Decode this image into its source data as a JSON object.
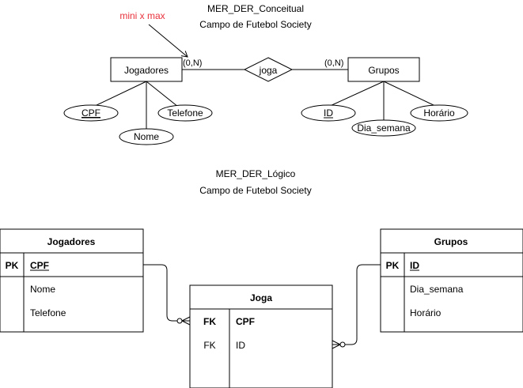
{
  "conceptual": {
    "title": "MER_DER_Conceitual",
    "subtitle": "Campo de Futebol Society",
    "note": "mini x max",
    "entities": {
      "jogadores": "Jogadores",
      "grupos": "Grupos"
    },
    "relationship": "joga",
    "cardinality_left": "(0,N)",
    "cardinality_right": "(0,N)",
    "attributes": {
      "cpf": "CPF",
      "nome": "Nome",
      "telefone": "Telefone",
      "id": "ID",
      "dia_semana": "Dia_semana",
      "horario": "Horário"
    }
  },
  "logical": {
    "title": "MER_DER_Lógico",
    "subtitle": "Campo de Futebol Society",
    "tables": {
      "jogadores": {
        "name": "Jogadores",
        "key_label": "PK",
        "key_field": "CPF",
        "fields": [
          "Nome",
          "Telefone"
        ]
      },
      "grupos": {
        "name": "Grupos",
        "key_label": "PK",
        "key_field": "ID",
        "fields": [
          "Dia_semana",
          "Horário"
        ]
      },
      "joga": {
        "name": "Joga",
        "fk1_label": "FK",
        "fk1_field": "CPF",
        "fk2_label": "FK",
        "fk2_field": "ID"
      }
    }
  },
  "colors": {
    "note": "#e8323c",
    "stroke": "#000000"
  }
}
